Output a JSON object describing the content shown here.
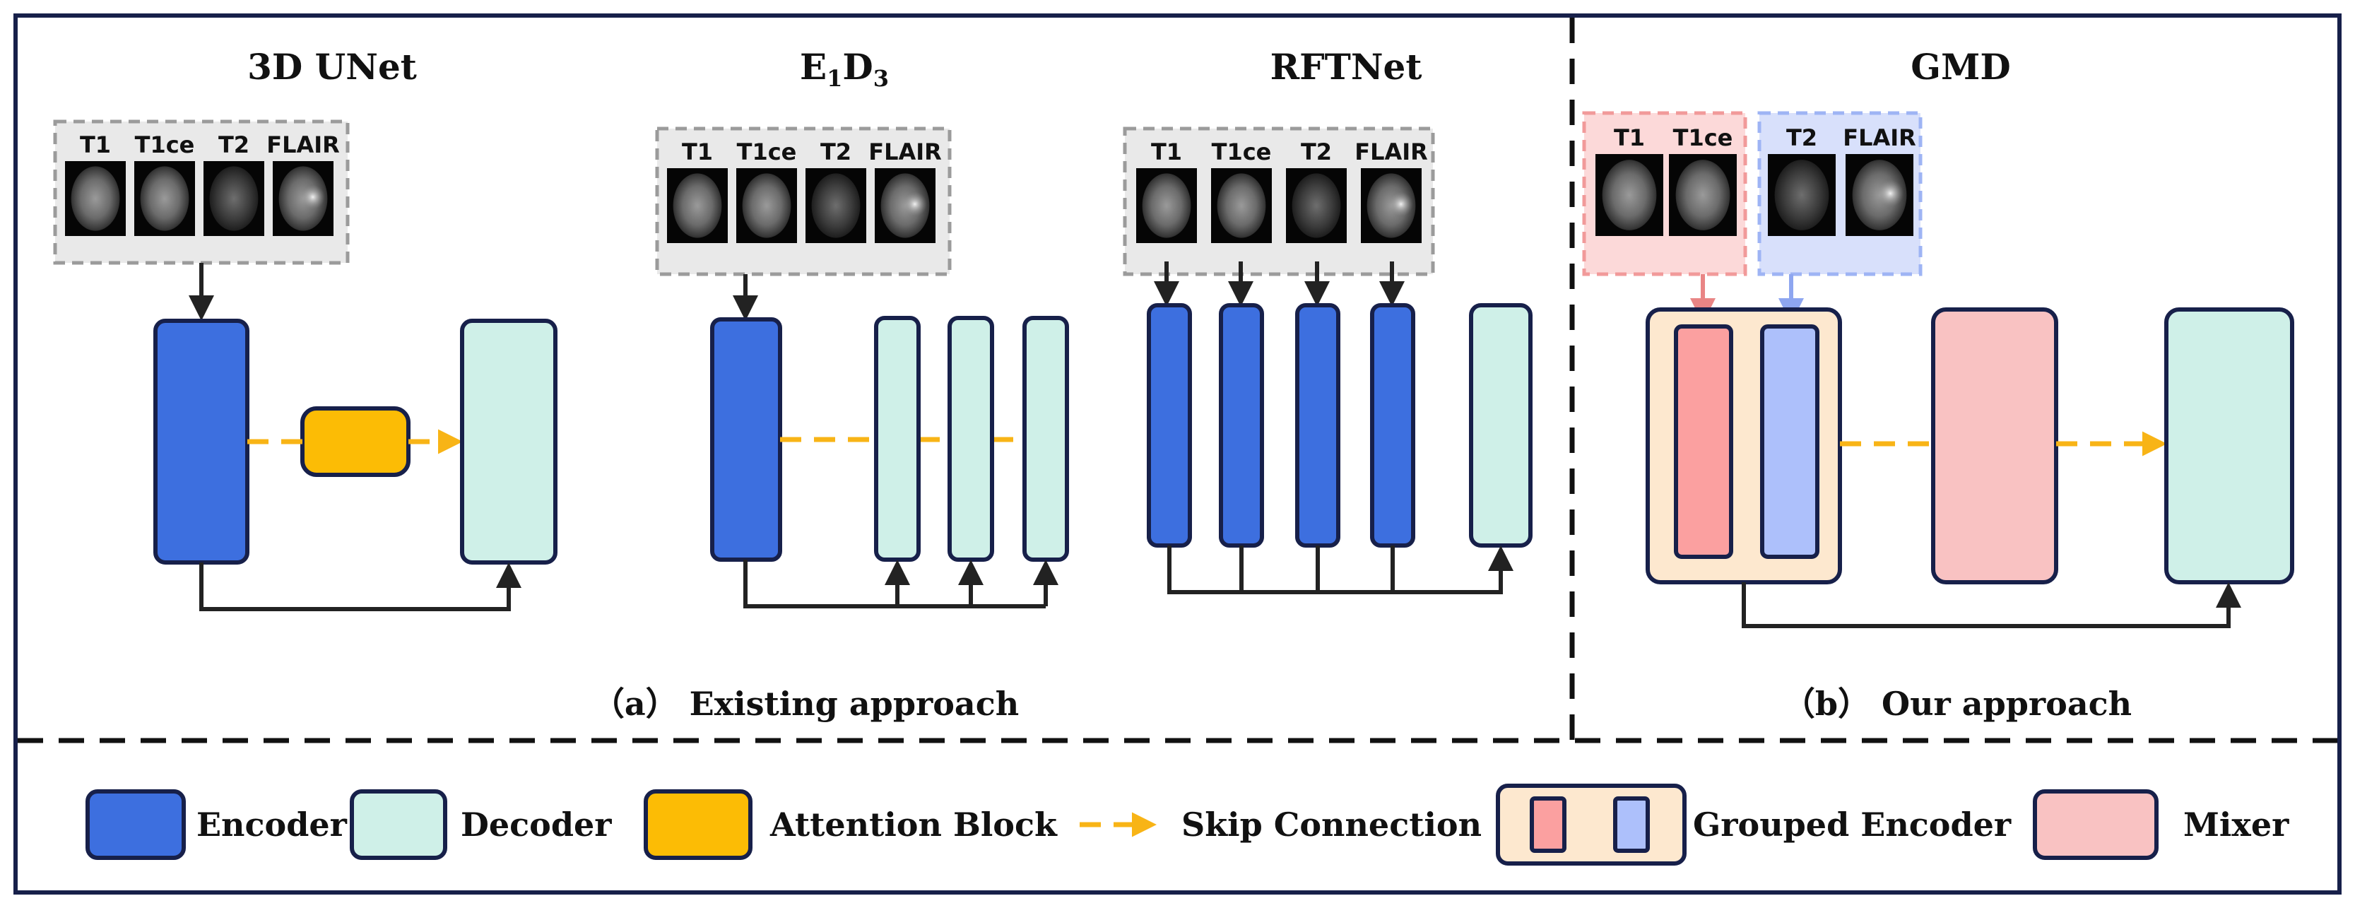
{
  "titles": {
    "unet": "3D UNet",
    "e1d3_main_e": "E",
    "e1d3_sub_1": "1",
    "e1d3_main_d": "D",
    "e1d3_sub_3": "3",
    "rftnet": "RFTNet",
    "gmd": "GMD"
  },
  "modalities": [
    "T1",
    "T1ce",
    "T2",
    "FLAIR"
  ],
  "captions": {
    "existing": "（a） Existing approach",
    "ours": "（b） Our approach"
  },
  "legend": {
    "encoder": "Encoder",
    "decoder": "Decoder",
    "attention": "Attention Block",
    "skip": "Skip Connection",
    "grouped": "Grouped Encoder",
    "mixer": "Mixer"
  },
  "colors": {
    "encoder": "#3d6fdf",
    "decoder": "#cff0e8",
    "attention": "#fcbc05",
    "skip": "#f8b416",
    "grouped_encoder_bg": "#fde8cf",
    "grouped_red": "#fba0a0",
    "grouped_blue": "#adc0fb",
    "mixer": "#f9c2c2",
    "outline": "#17204a"
  }
}
